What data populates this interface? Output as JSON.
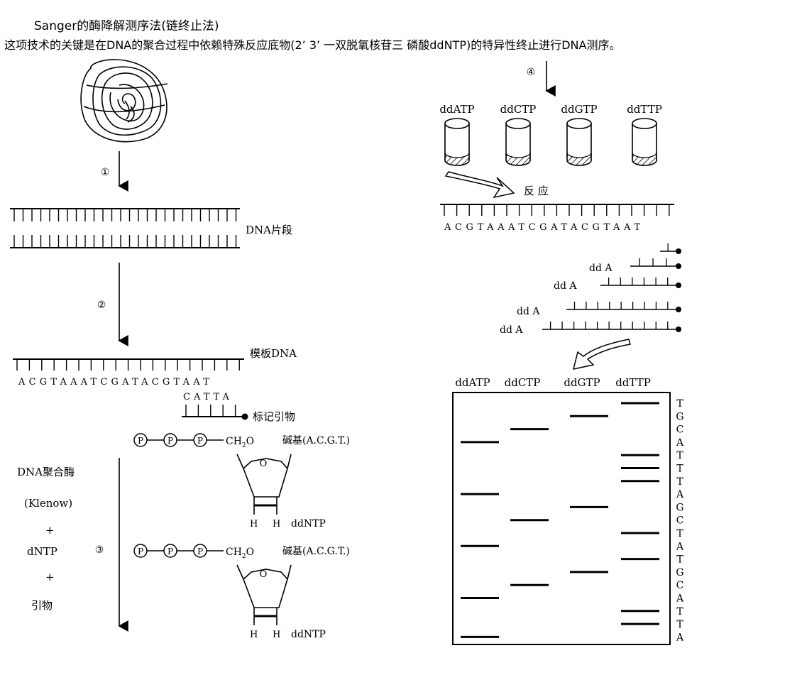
{
  "header": {
    "title": "Sanger的酶降解测序法(链终止法)",
    "subtitle": "这项技术的关键是在DNA的聚合过程中依赖特殊反应底物(2’ 3’ 一双脱氧核苷三  磷酸ddNTP)的特异性终止进行DNA测序。"
  },
  "steps": [
    "①",
    "②",
    "③",
    "④"
  ],
  "labels": {
    "dna_fragment": "DNA片段",
    "template_dna": "模板DNA",
    "labeled_primer": "标记引物",
    "template_seq": "ACGTAAATCGATACGTAAT",
    "primer_seq": "CATTA",
    "base": "碱基(A.C.G.T.)",
    "ch2o": "CH2O",
    "p": "P",
    "o": "O",
    "h": "H",
    "ddntp": "ddNTP",
    "reaction": "反 应",
    "dd_a": "dd A"
  },
  "reagents": [
    "DNA聚合酶",
    "(Klenow)",
    "+",
    "dNTP",
    "+",
    "引物"
  ],
  "tubes": [
    "ddATP",
    "ddCTP",
    "ddGTP",
    "ddTTP"
  ],
  "gel": {
    "lanes": [
      "ddATP",
      "ddCTP",
      "ddGTP",
      "ddTTP"
    ],
    "sequence": [
      "T",
      "G",
      "C",
      "A",
      "T",
      "T",
      "T",
      "A",
      "G",
      "C",
      "T",
      "A",
      "T",
      "G",
      "C",
      "A",
      "T",
      "T",
      "A"
    ],
    "bands": [
      {
        "lane": "ddTTP",
        "position": 1
      },
      {
        "lane": "ddGTP",
        "position": 2
      },
      {
        "lane": "ddCTP",
        "position": 3
      },
      {
        "lane": "ddATP",
        "position": 4
      },
      {
        "lane": "ddTTP",
        "position": 5
      },
      {
        "lane": "ddTTP",
        "position": 6
      },
      {
        "lane": "ddTTP",
        "position": 7
      },
      {
        "lane": "ddATP",
        "position": 8
      },
      {
        "lane": "ddGTP",
        "position": 9
      },
      {
        "lane": "ddCTP",
        "position": 10
      },
      {
        "lane": "ddTTP",
        "position": 11
      },
      {
        "lane": "ddATP",
        "position": 12
      },
      {
        "lane": "ddTTP",
        "position": 13
      },
      {
        "lane": "ddGTP",
        "position": 14
      },
      {
        "lane": "ddCTP",
        "position": 15
      },
      {
        "lane": "ddATP",
        "position": 16
      },
      {
        "lane": "ddTTP",
        "position": 17
      },
      {
        "lane": "ddTTP",
        "position": 18
      },
      {
        "lane": "ddATP",
        "position": 19
      }
    ]
  }
}
